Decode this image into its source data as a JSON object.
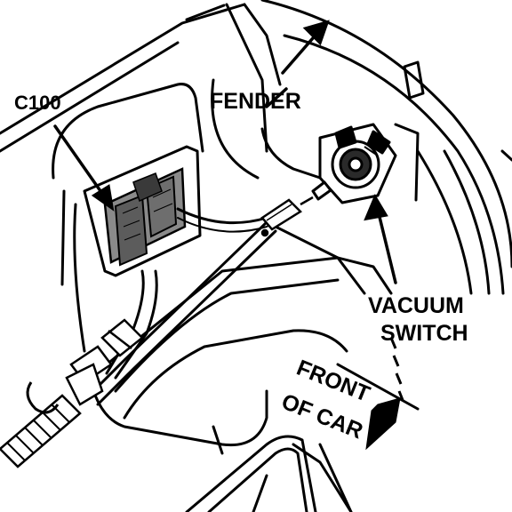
{
  "diagram": {
    "labels": {
      "connector": "C100",
      "fender": "FENDER",
      "switch_line1": "VACUUM",
      "switch_line2": "SWITCH",
      "direction_line1": "FRONT",
      "direction_line2": "OF CAR"
    },
    "colors": {
      "ink": "#000000",
      "paper": "#ffffff",
      "connector_fill": "#8a8a8a"
    }
  }
}
